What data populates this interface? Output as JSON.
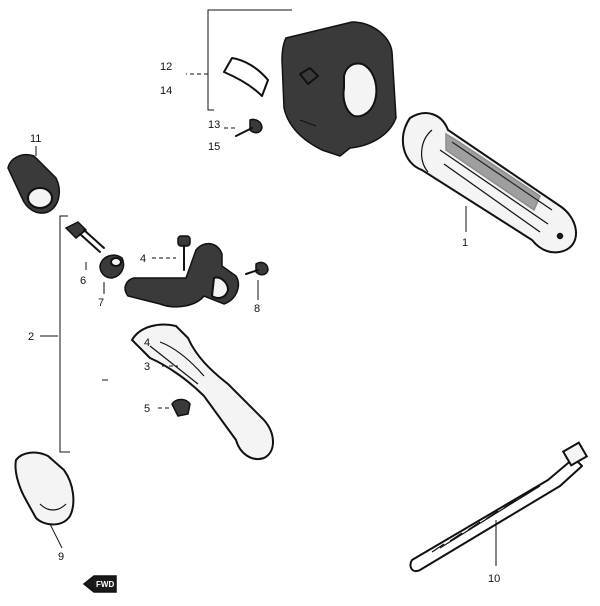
{
  "callouts": {
    "c1": "1",
    "c2": "2",
    "c3": "3",
    "c4_upper": "4",
    "c4_lower": "4",
    "c5": "5",
    "c6": "6",
    "c7": "7",
    "c8": "8",
    "c9": "9",
    "c10": "10",
    "c11": "11",
    "c12": "12",
    "c13": "13",
    "c14": "14",
    "c15": "15"
  },
  "fwd_label": "FWD"
}
